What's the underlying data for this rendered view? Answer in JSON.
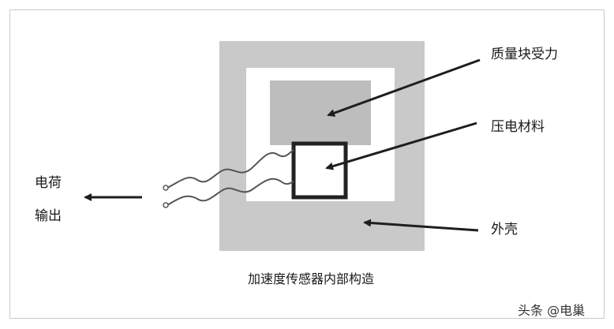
{
  "labels": {
    "mass_force": "质量块受力",
    "piezo_material": "压电材料",
    "shell": "外壳",
    "charge": "电荷",
    "output": "输出"
  },
  "caption": "加速度传感器内部构造",
  "watermark": "头条 @电巢",
  "colors": {
    "shell": "#c9c9c9",
    "mass": "#bdbdbd",
    "piezo_border": "#222222",
    "arrow": "#1e1e1e"
  }
}
